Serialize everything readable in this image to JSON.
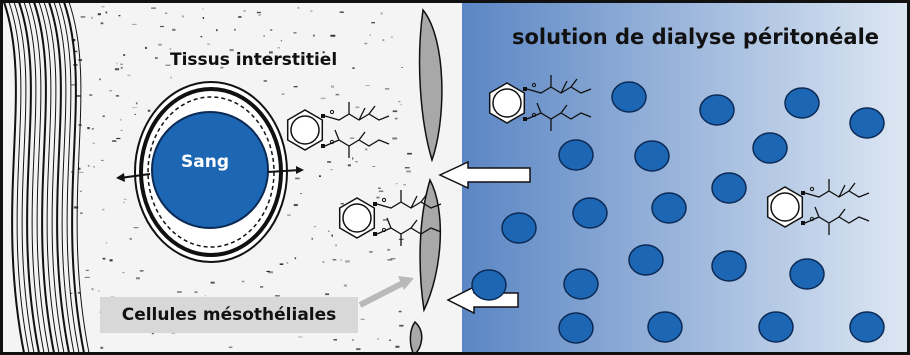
{
  "labels": {
    "tissue": "Tissus interstitiel",
    "solution": "solution de dialyse péritonéale",
    "blood": "Sang",
    "mesothelial": "Cellules mésothéliales"
  },
  "colors": {
    "frame": "#111111",
    "tissue_bg": "#f4f4f4",
    "solution_dark": "#5b86c4",
    "solution_light": "#dde7f3",
    "particle": "#1d66b3",
    "particle_stroke": "#0b2a56",
    "blood": "#1d66b3",
    "membrane": "#a8a8a8",
    "label_box": "#d8d8d8"
  },
  "icons": [
    "molecule-icon",
    "arrow-icon"
  ]
}
